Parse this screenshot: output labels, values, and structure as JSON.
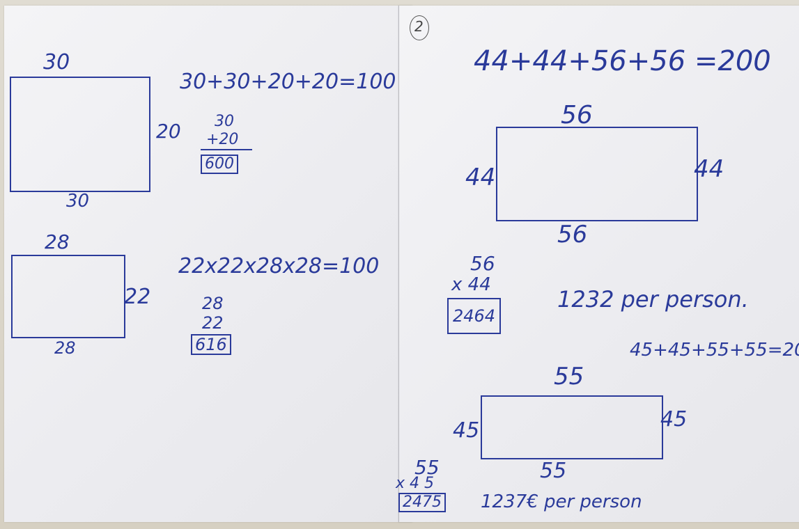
{
  "page_number": "2",
  "left": {
    "rect1": {
      "top": "30",
      "right": "20",
      "bottom": "30"
    },
    "eq1": "30+30+20+20=100",
    "mult1": {
      "a": "30",
      "b": "+20",
      "result": "600"
    },
    "rect2": {
      "top": "28",
      "right": "22",
      "bottom": "28"
    },
    "eq2": "22x22x28x28=100",
    "mult2": {
      "a": "28",
      "b": "22",
      "result": "616"
    }
  },
  "right": {
    "eq1": "44+44+56+56 =200",
    "rect1": {
      "top": "56",
      "left": "44",
      "right": "44",
      "bottom": "56"
    },
    "mult1": {
      "a": "56",
      "b": "x 44",
      "result": "2464"
    },
    "note1": "1232 per person.",
    "eq2": "45+45+55+55=20",
    "rect2": {
      "top": "55",
      "left": "45",
      "right": "45",
      "bottom": "55"
    },
    "mult2": {
      "a": "55",
      "b": "x 4 5",
      "result": "2475"
    },
    "note2": "1237€ per person"
  }
}
